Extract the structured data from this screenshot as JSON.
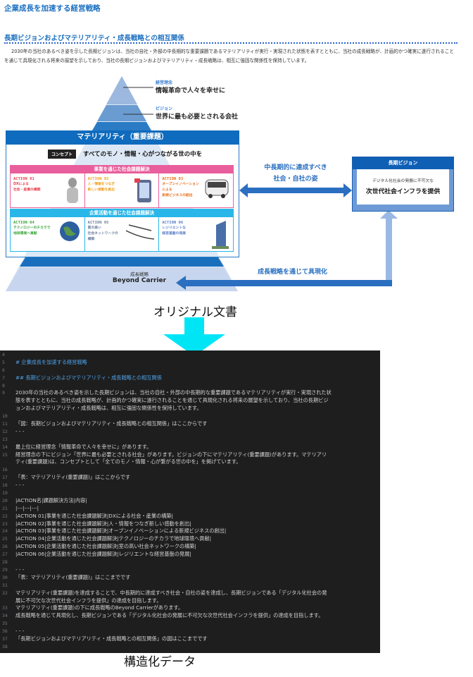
{
  "document": {
    "title": "企業成長を加速する経営戦略",
    "subtitle": "長期ビジョンおよびマテリアリティ・成長戦略との相互関係",
    "paragraph": "2030年の当社のあるべき姿を示した長期ビジョンは、当社の自社・外部の中長期的な重要課題であるマテリアリティが実行・実現された状態を表すとともに、当社の成長戦略が、計画的かつ確実に遂行されることを通じて具現化される将来の展望を示しており、当社の長期ビジョンおよびマテリアリティ・成長戦略は、相互に強固な関係性を保持しています。"
  },
  "figure": {
    "philosophy_label": "経営理念",
    "philosophy": "情報革命で人々を幸せに",
    "vision_label": "ビジョン",
    "vision": "世界に最も必要とされる会社",
    "materiality_title": "マテリアリティ（重要課題）",
    "concept_tag": "コンセプト",
    "concept": "すべてのモノ・情報・心がつながる世の中を",
    "group1": "事業を通じた社会課題解決",
    "group2": "企業活動を通じた社会課題解決",
    "actions": [
      {
        "name": "ACTION 01",
        "lines": [
          "DXによる",
          "社会・産業の構築"
        ],
        "color": "#e5404f"
      },
      {
        "name": "ACTION 02",
        "lines": [
          "人・情報をつなぎ",
          "新しい感動を創出"
        ],
        "color": "#f0a020"
      },
      {
        "name": "ACTION 03",
        "lines": [
          "オープンイノベーション",
          "による",
          "新規ビジネスの創出"
        ],
        "color": "#e8701e"
      },
      {
        "name": "ACTION 04",
        "lines": [
          "テクノロジーのチカラで",
          "地球環境へ貢献"
        ],
        "color": "#3aa63a"
      },
      {
        "name": "ACTION 05",
        "lines": [
          "質の高い",
          "社会ネットワークの",
          "構築"
        ],
        "color": "#6c7fa0"
      },
      {
        "name": "ACTION 06",
        "lines": [
          "レジリエントな",
          "経営基盤の発展"
        ],
        "color": "#5a7fc7"
      }
    ],
    "growth_label": "成長戦略",
    "growth": "Beyond Carrier",
    "mid_term_1": "中長期的に達成すべき",
    "mid_term_2": "社会・自社の姿",
    "long_vision_title": "長期ビジョン",
    "long_vision_sub": "デジタル化社会の発展に不可欠な",
    "long_vision_main": "次世代社会インフラを提供",
    "realize": "成長戦略を通じて具現化"
  },
  "captions": {
    "original": "オリジナル文書",
    "structured": "構造化データ"
  },
  "colors": {
    "accent": "#1a6fc0",
    "arrow": "#00e5f5",
    "pink": "#e95e9c",
    "cyan": "#29b6e8"
  },
  "editor": {
    "lines": [
      {
        "n": "4",
        "rows": [
          ""
        ]
      },
      {
        "n": "5",
        "rows": [
          "# 企業成長を加速する経営戦略"
        ],
        "h": true
      },
      {
        "n": "6",
        "rows": [
          ""
        ]
      },
      {
        "n": "7",
        "rows": [
          "## 長期ビジョンおよびマテリアリティ・成長戦略との相互関係"
        ],
        "h": true
      },
      {
        "n": "8",
        "rows": [
          ""
        ]
      },
      {
        "n": "9",
        "rows": [
          "2030年の当社のあるべき姿を示した長期ビジョンは、当社の自社・外部の中長期的な重要課題であるマテリアリティが実行・実現された状",
          "態を表すとともに、当社の成長戦略が、計画的かつ確実に遂行されることを通じて具現化される将来の展望を示しており、当社の長期ビジ",
          "ョンおよびマテリアリティ・成長戦略は、相互に強固な関係性を保持しています。"
        ]
      },
      {
        "n": "10",
        "rows": [
          ""
        ]
      },
      {
        "n": "11",
        "rows": [
          "「図：長期ビジョンおよびマテリアリティ・成長戦略との相互関係」はここからです"
        ]
      },
      {
        "n": "12",
        "rows": [
          "- - -"
        ]
      },
      {
        "n": "13",
        "rows": [
          ""
        ]
      },
      {
        "n": "14",
        "rows": [
          "最上位に経営理念「情報革命で人々を幸せに」があります。"
        ]
      },
      {
        "n": "15",
        "rows": [
          "経営理念の下にビジョン「世界に最も必要とされる社会」があります。ビジョンの下にマテリアリティ(重要課題)があります。マテリアリ",
          "ティ(重要課題)は、コンセプトとして「全てのモノ・情報・心が繋がる世の中を」を掲げています。"
        ]
      },
      {
        "n": "16",
        "rows": [
          ""
        ]
      },
      {
        "n": "17",
        "rows": [
          "「表：マテリアリティ(重要課題)」はここからです"
        ]
      },
      {
        "n": "18",
        "rows": [
          "- - -"
        ]
      },
      {
        "n": "19",
        "rows": [
          ""
        ]
      },
      {
        "n": "20",
        "rows": [
          "|ACTION名|課題解決方法|内容|"
        ]
      },
      {
        "n": "21",
        "rows": [
          "|---|---|---|"
        ]
      },
      {
        "n": "22",
        "rows": [
          "|ACTION 01|事業を通じた社会課題解決|DXによる社会・産業の構築|"
        ]
      },
      {
        "n": "23",
        "rows": [
          "|ACTION 02|事業を通じた社会課題解決|人・情報をつなぎ新しい感動を創出|"
        ]
      },
      {
        "n": "24",
        "rows": [
          "|ACTION 03|事業を通じた社会課題解決|オープンイノベーションによる新規ビジネスの創出|"
        ]
      },
      {
        "n": "25",
        "rows": [
          "|ACTION 04|企業活動を通じた社会課題解決|テクノロジーのチカラで地球環境へ貢献|"
        ]
      },
      {
        "n": "26",
        "rows": [
          "|ACTION 05|企業活動を通じた社会課題解決|室の高い社会ネットワークの構築|"
        ]
      },
      {
        "n": "27",
        "rows": [
          "|ACTION 06|企業活動を通じた社会課題解決|レジリエントな経営基盤の発展|"
        ]
      },
      {
        "n": "28",
        "rows": [
          ""
        ]
      },
      {
        "n": "29",
        "rows": [
          "- - -"
        ]
      },
      {
        "n": "30",
        "rows": [
          "「表：マテリアリティ(重要課題)」はここまでです"
        ]
      },
      {
        "n": "31",
        "rows": [
          ""
        ]
      },
      {
        "n": "32",
        "rows": [
          "マテリアリティ(重要課題)を達成することで、中長期的に達成すべき社会・自社の姿を達成し、長期ビジョンである「デジタル化社会の発",
          "展に不可欠な次世代社会インフラを提供」の達成を目指します。"
        ]
      },
      {
        "n": "33",
        "rows": [
          "マテリアリティ(重要課題)の下に成長戦略のBeyond Carrierがあります。"
        ]
      },
      {
        "n": "34",
        "rows": [
          "成長戦略を通じて具現化し、長期ビジョンである「デジタル化社会の発展に不可欠な次世代社会インフラを提供」の達成を目指します。"
        ]
      },
      {
        "n": "35",
        "rows": [
          ""
        ]
      },
      {
        "n": "36",
        "rows": [
          "- - -"
        ]
      },
      {
        "n": "37",
        "rows": [
          "「長期ビジョンおよびマテリアリティ・成長戦略との相互関係」の図はここまでです"
        ]
      },
      {
        "n": "38",
        "rows": [
          ""
        ]
      }
    ]
  }
}
